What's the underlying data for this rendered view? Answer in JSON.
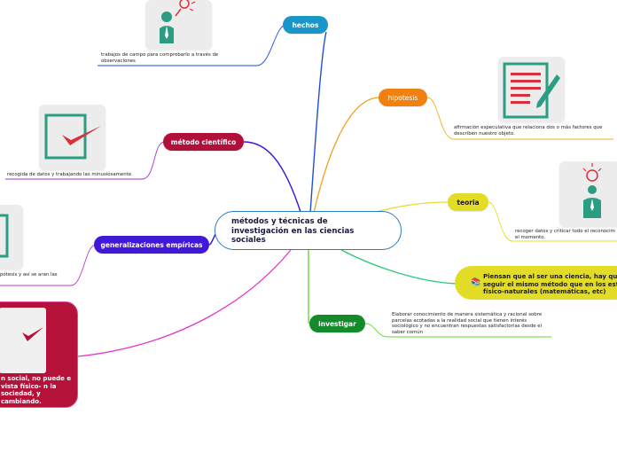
{
  "central": {
    "title": "métodos y técnicas de investigación en las ciencias sociales"
  },
  "nodes": {
    "hechos": {
      "label": "hechos",
      "note": "trabajos de campo para comprobarlo a través de observaciones",
      "color": "#1a96c8"
    },
    "metodo": {
      "label": "método científico",
      "note": "recogida de datos y trabajando las minusiosamente.",
      "color": "#b0103a"
    },
    "generalizaciones": {
      "label": "generalizaciones empíricas",
      "note": "pótesis y así se aran las",
      "color": "#4218d8"
    },
    "hipotesis": {
      "label": "hipotesis",
      "note": "afirmación especulativa que relaciona dos o más factores que describen nuestro objeto.",
      "color": "#f08010"
    },
    "teoria": {
      "label": "teoria",
      "note": "recoger datos y criticar todo el reconocim hasta el momento.",
      "color": "#e3dc27"
    },
    "yellow": {
      "text": "Piensan que al ser una ciencia, hay que seguir el mismo método que en los est físico-naturales (matemáticas, etc)",
      "icon": "book-icon"
    },
    "investigar": {
      "label": "investigar",
      "note": "Elaborar conocimiento de manera sistemática y racional sobre parcelas acotadas a la realidad social que tienen interés sociológico y no encuentran respuestas satisfactorias desde el saber común",
      "color": "#148a2a"
    },
    "red": {
      "text": "n social, no puede e vista físico- n la sociedad, y cambiando."
    }
  }
}
